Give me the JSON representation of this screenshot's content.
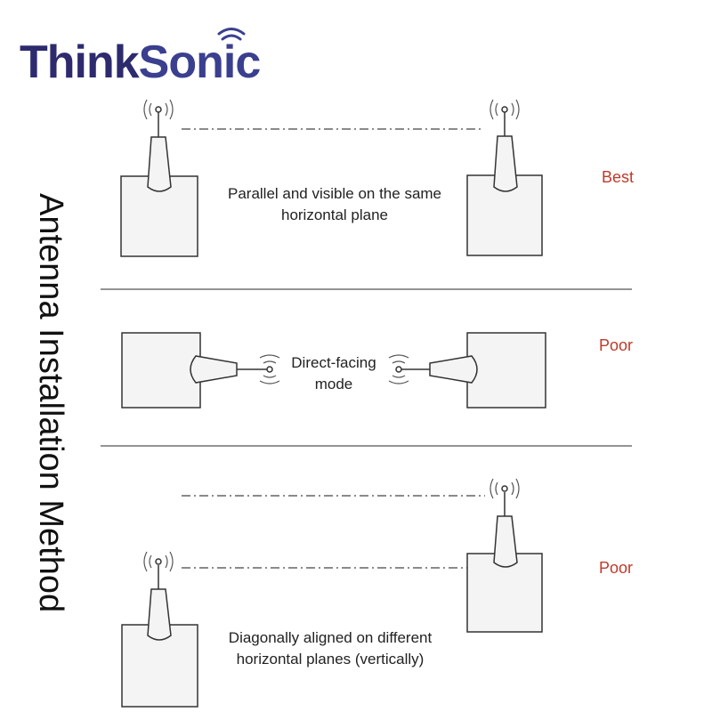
{
  "brand": {
    "name_part1": "Think",
    "name_part2": "Sonic"
  },
  "title": "Antenna Installation Method",
  "sections": [
    {
      "description": "Parallel and visible on the same horizontal plane",
      "description_lines": [
        "Parallel and visible on the same",
        "horizontal plane"
      ],
      "rating": "Best"
    },
    {
      "description": "Direct-facing mode",
      "description_lines": [
        "Direct-facing",
        "mode"
      ],
      "rating": "Poor"
    },
    {
      "description": "Diagonally aligned on different horizontal planes (vertically)",
      "description_lines": [
        "Diagonally aligned on different",
        "horizontal planes (vertically)"
      ],
      "rating": "Poor"
    }
  ],
  "colors": {
    "rating": "#c0392b",
    "brand_dark": "#2e2a6e",
    "brand": "#3a3f8f",
    "device_fill": "#f4f4f4",
    "stroke": "#333333"
  }
}
